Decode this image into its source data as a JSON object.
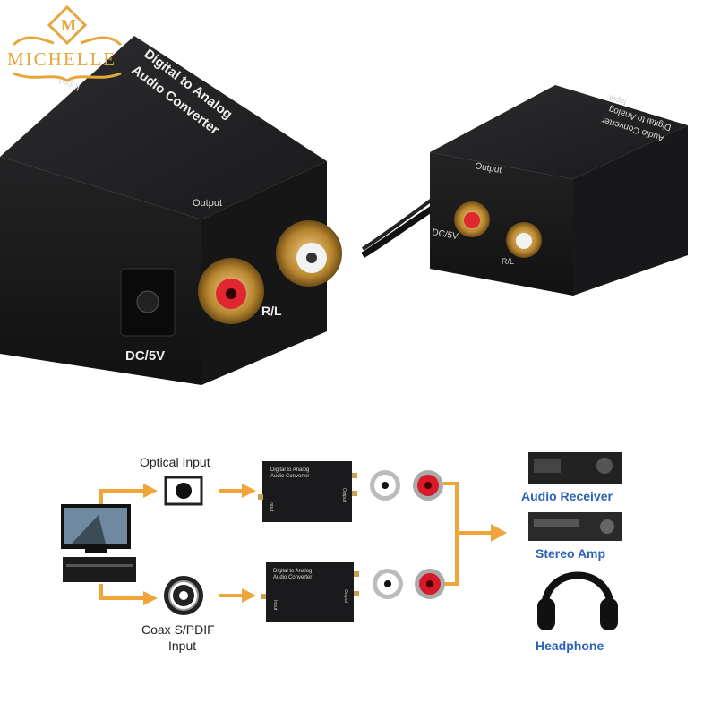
{
  "watermark": {
    "initial": "M",
    "brand": "MICHELLE"
  },
  "photo": {
    "large_unit": {
      "title_line1": "Digital to Analog",
      "title_line2": "Audio Converter",
      "input_label": "Input",
      "output_label": "Output",
      "rl_label": "R/L",
      "power_label": "DC/5V"
    },
    "small_unit": {
      "title_line1": "Digital to Analog",
      "title_line2": "Audio Converter",
      "input_label": "Input",
      "output_label": "Output",
      "power_label": "DC/5V",
      "rl_label": "R/L"
    }
  },
  "diagram": {
    "optical_label": "Optical Input",
    "coax_label_line1": "Coax S/PDIF",
    "coax_label_line2": "Input",
    "converter_title1": "Digital to Analog",
    "converter_title2": "Audio Converter",
    "converter_input": "Input",
    "converter_output": "Output",
    "outputs": [
      {
        "label": "Audio Receiver"
      },
      {
        "label": "Stereo Amp"
      },
      {
        "label": "Headphone"
      }
    ]
  },
  "colors": {
    "arrow": "#f0a43a",
    "label_blue": "#2b62b8",
    "gold": "#e8a63c",
    "device": "#1c1c1e"
  }
}
